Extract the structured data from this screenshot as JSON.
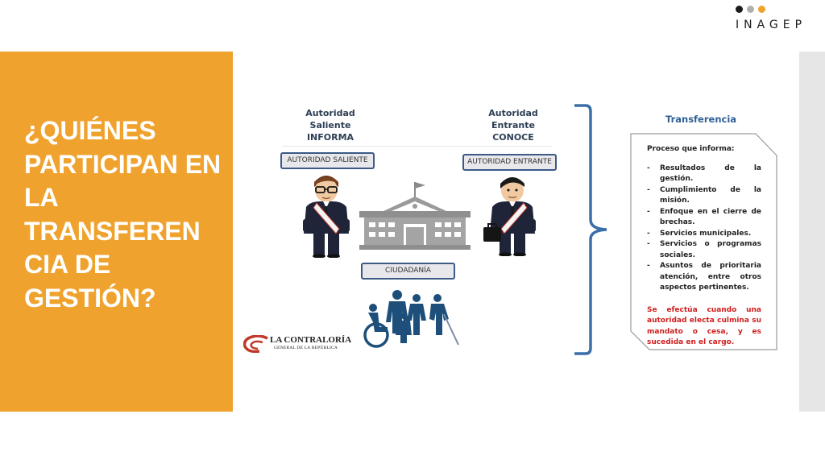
{
  "brand": {
    "name": "INAGEP",
    "dot_colors": [
      "#1a1a1a",
      "#b0b0b0",
      "#efa32e"
    ]
  },
  "colors": {
    "accent": "#efa32e",
    "tag_border": "#3c5a86",
    "brace": "#3b6fa8",
    "title_blue": "#2e5f94",
    "note_red": "#d02020"
  },
  "slide": {
    "title": "¿QUIÉNES PARTICIPAN EN LA TRANSFEREN CIA DE GESTIÓN?"
  },
  "diagram": {
    "outgoing": {
      "heading": "Autoridad Saliente",
      "verb": "INFORMA",
      "tag": "AUTORIDAD SALIENTE"
    },
    "incoming": {
      "heading": "Autoridad Entrante",
      "verb": "CONOCE",
      "tag": "AUTORIDAD ENTRANTE"
    },
    "citizens_tag": "CIUDADANÍA",
    "icons": [
      "official-outgoing-icon",
      "municipal-building-icon",
      "official-incoming-icon",
      "citizens-group-icon",
      "curly-brace"
    ]
  },
  "transfer": {
    "title": "Transferencia",
    "process_label": "Proceso que informa:",
    "items": [
      "Resultados de la gestión.",
      "Cumplimiento de la misión.",
      "Enfoque en el cierre de brechas.",
      "Servicios municipales.",
      "Servicios o programas sociales.",
      "Asuntos de prioritaria atención, entre otros aspectos pertinentes."
    ],
    "note": "Se efectúa cuando una autoridad electa culmina su mandato o cesa, y es sucedida en el cargo."
  },
  "footer_logo": {
    "name": "LA CONTRALORÍA",
    "subtitle": "GENERAL DE LA REPÚBLICA"
  }
}
